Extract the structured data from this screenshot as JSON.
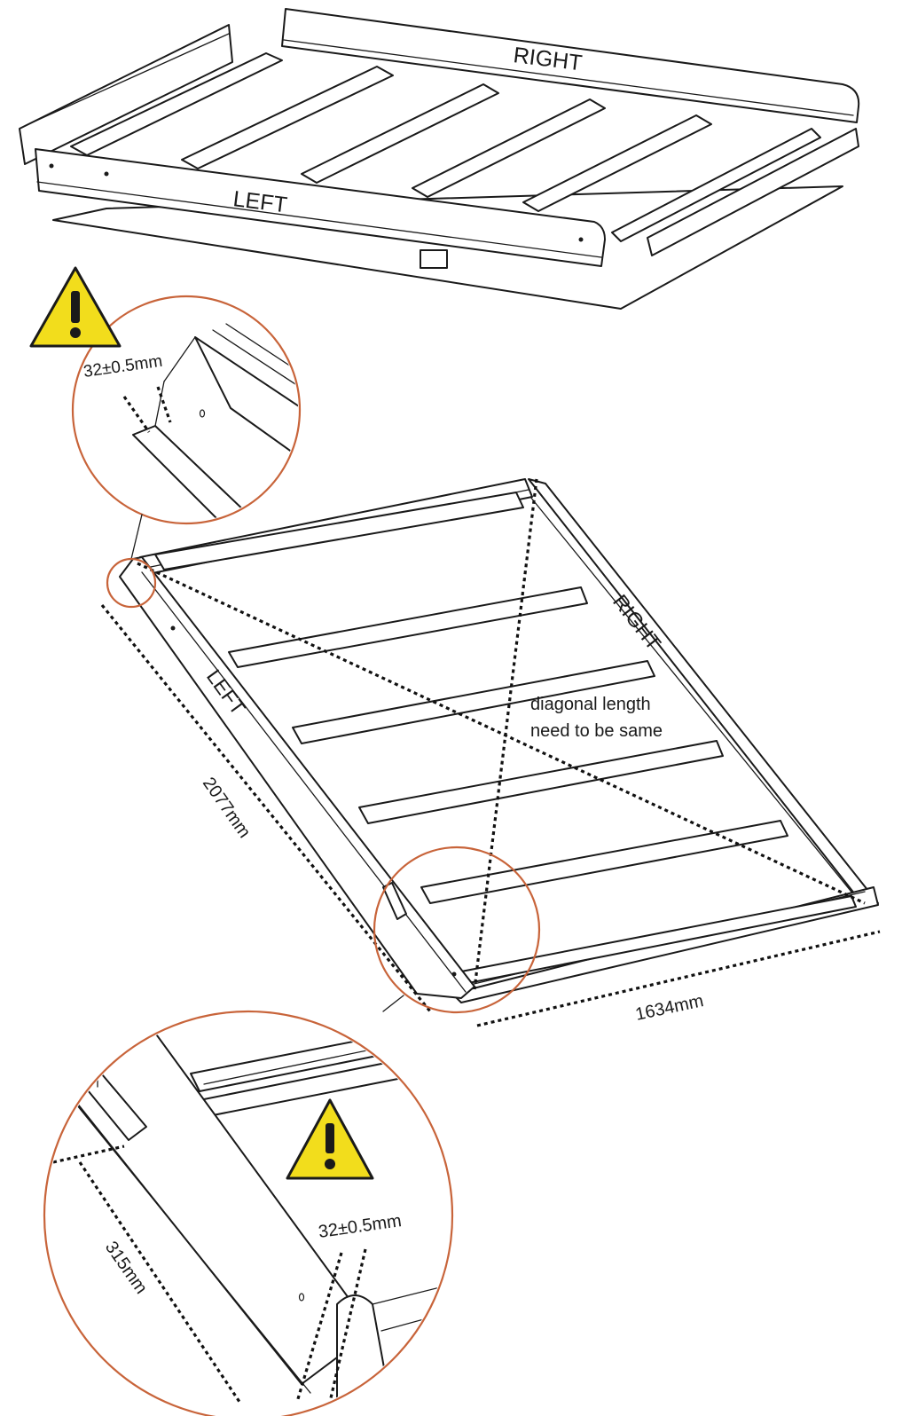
{
  "top_view": {
    "right_label": "RIGHT",
    "left_label": "LEFT"
  },
  "frame_view": {
    "right_label": "RIGHT",
    "left_label": "LEFT",
    "diagonal_note_line1": "diagonal length",
    "diagonal_note_line2": "need to be same",
    "length_dimension": "2077mm",
    "width_dimension": "1634mm"
  },
  "detail_top": {
    "dimension": "32±0.5mm"
  },
  "detail_bottom": {
    "dimension": "32±0.5mm",
    "offset_dimension": "315mm"
  },
  "colors": {
    "callout_circle": "#c8643a",
    "warning_fill": "#f2dd1c",
    "line": "#1a1a1a"
  },
  "icons": [
    "warning-icon"
  ]
}
